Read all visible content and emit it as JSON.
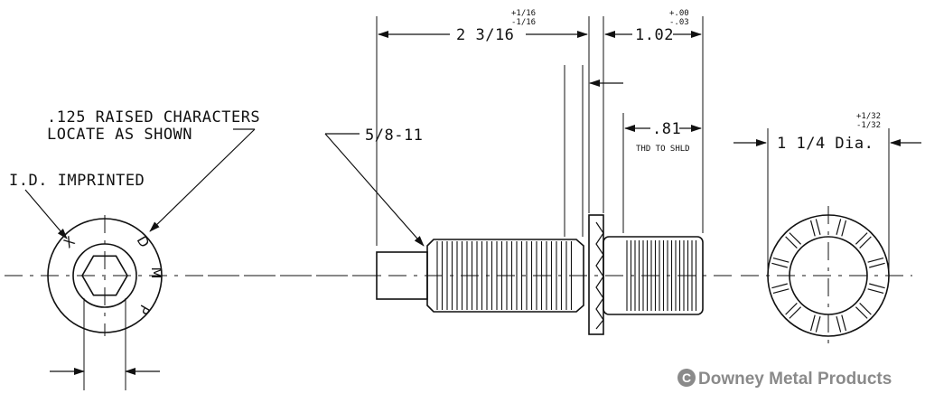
{
  "annotations": {
    "raised_line1": ".125 RAISED CHARACTERS",
    "raised_line2": "LOCATE AS SHOWN",
    "id_imprinted": "I.D. IMPRINTED",
    "thread": "5/8-11"
  },
  "stamp_characters": [
    "X",
    "D",
    "M",
    "P"
  ],
  "dimensions": {
    "overall_length": "2 3/16",
    "overall_tol_plus": "+1/16",
    "overall_tol_minus": "-1/16",
    "shank_length": "1.02",
    "shank_tol_plus": "+.00",
    "shank_tol_minus": "-.03",
    "thread_to_shoulder": ".81",
    "thread_to_shoulder_note": "THD TO SHLD",
    "flange_diameter": "1 1/4 Dia.",
    "flange_tol_plus": "+1/32",
    "flange_tol_minus": "-1/32"
  },
  "watermark": {
    "symbol": "C",
    "text": "Downey Metal Products"
  }
}
